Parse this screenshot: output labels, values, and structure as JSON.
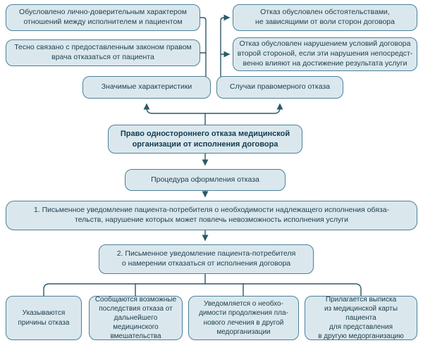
{
  "colors": {
    "node-fill": "#dae8ee",
    "node-border": "#4d8096",
    "line-color": "#2b5968",
    "text-color": "#21404f",
    "text-strong": "#123c52",
    "page-bg": "#ffffff"
  },
  "nodes": {
    "personal_trust": {
      "text": "Обусловлено лично-доверительным характером\nотношений между исполнителем и пациентом"
    },
    "doctor_right": {
      "text": "Тесно связано с предоставленным законом правом\nврача отказаться от пациента"
    },
    "circumstances": {
      "text": "Отказ обусловлен обстоятельствами,\nне зависящими от воли сторон договора"
    },
    "breach": {
      "text": "Отказ обусловлен нарушением условий договора\nвторой стороной, если эти нарушения непосредст-\nвенно влияют на достижение результата услуги"
    },
    "characteristics": {
      "text": "Значимые характеристики"
    },
    "lawful_cases": {
      "text": "Случаи правомерного отказа"
    },
    "main_right": {
      "text": "Право одностороннего отказа медицинской\nорганизации от исполнения договора"
    },
    "procedure": {
      "text": "Процедура оформления отказа"
    },
    "step1": {
      "text": "1. Письменное уведомление пациента-потребителя о необходимости надлежащего исполнения обяза-\nтельств, нарушение которых может повлечь невозможность исполнения услуги"
    },
    "step2": {
      "text": "2. Письменное уведомление пациента-потребителя\nо намерении отказаться от исполнения договора"
    },
    "reasons": {
      "text": "Указываются\nпричины отказа"
    },
    "consequences": {
      "text": "Сообщаются возможные\nпоследствия отказа от\nдальнейшего медицинского\nвмешательства"
    },
    "continuation": {
      "text": "Уведомляется о необхо-\nдимости продолжения пла-\nнового лечения в другой\nмедорганизации"
    },
    "extract": {
      "text": "Прилагается выписка\nиз медицинской карты пациента\nдля представления\nв другую медорганизацию"
    }
  }
}
